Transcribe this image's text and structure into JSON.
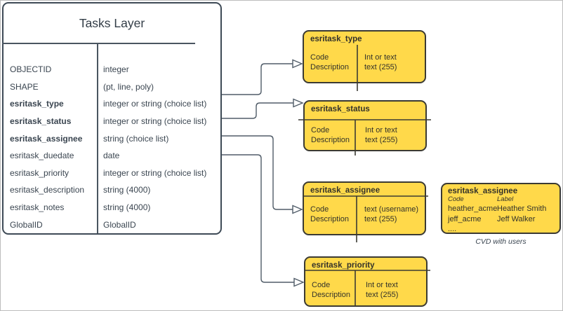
{
  "colors": {
    "yellow_fill": "#ffd94a",
    "box_border": "#3b3a33",
    "table_border": "#3e4a56",
    "connector": "#505c68",
    "text": "#3a4550"
  },
  "tasks_layer": {
    "title": "Tasks Layer",
    "rows": [
      {
        "field": "OBJECTID",
        "type": "integer"
      },
      {
        "field": "SHAPE",
        "type": "(pt, line, poly)"
      },
      {
        "field": "esritask_type",
        "type": "integer or string (choice list)"
      },
      {
        "field": "esritask_status",
        "type": "integer or string (choice list)"
      },
      {
        "field": "esritask_assignee",
        "type": "string (choice list)"
      },
      {
        "field": "esritask_duedate",
        "type": "date"
      },
      {
        "field": "esritask_priority",
        "type": "integer or string (choice list)"
      },
      {
        "field": "esritask_description",
        "type": "string (4000)"
      },
      {
        "field": "esritask_notes",
        "type": "string (4000)"
      },
      {
        "field": "GlobalID",
        "type": "GlobalID"
      }
    ]
  },
  "domains": [
    {
      "title": "esritask_type",
      "left": [
        "Code",
        "Description"
      ],
      "right": [
        "Int or text",
        "text (255)"
      ]
    },
    {
      "title": "esritask_status",
      "left": [
        "Code",
        "Description"
      ],
      "right": [
        "Int or text",
        "text (255)"
      ]
    },
    {
      "title": "esritask_assignee",
      "left": [
        "Code",
        "Description"
      ],
      "right": [
        "text (username)",
        "text (255)"
      ]
    },
    {
      "title": "esritask_priority",
      "left": [
        "Code",
        "Description"
      ],
      "right": [
        "Int or text",
        "text (255)"
      ]
    }
  ],
  "cvd": {
    "title": "esritask_assignee",
    "col_headers": [
      "Code",
      "Label"
    ],
    "rows": [
      {
        "code": "heather_acme",
        "label": "Heather Smith"
      },
      {
        "code": "jeff_acme",
        "label": "Jeff Walker"
      },
      {
        "code": "....",
        "label": ""
      }
    ],
    "caption": "CVD with users"
  }
}
